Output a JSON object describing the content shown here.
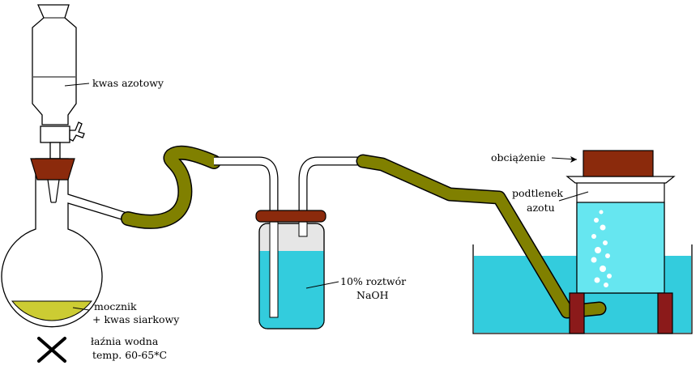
{
  "labels": {
    "nitric_acid": "kwas azotowy",
    "urea_line1": "mocznik",
    "urea_line2": "+ kwas siarkowy",
    "bath_line1": "łaźnia wodna",
    "bath_line2": "temp. 60-65*C",
    "naoh_line1": "10% roztwór",
    "naoh_line2": "NaOH",
    "weight": "obciążenie",
    "n2o_line1": "podtlenek",
    "n2o_line2": "azotu"
  },
  "colors": {
    "water": "#33ccdd",
    "water_light": "#66e6f0",
    "tube": "#808000",
    "stopper": "#8b2a0c",
    "reagent": "#cccc33",
    "glass_fill": "#ffffff",
    "clamp": "#8b1a1a"
  }
}
